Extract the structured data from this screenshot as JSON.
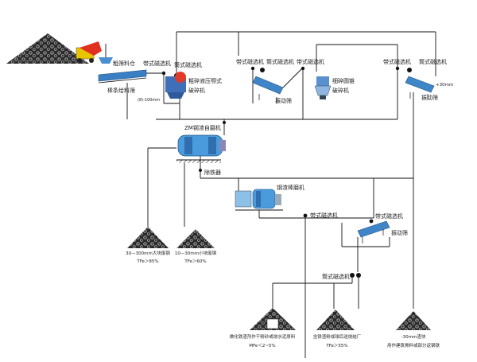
{
  "labels": {
    "coarse_bin": "粗筛料仓",
    "rod_feeder": "棒条给料筛",
    "size_range": "(8)-100mm",
    "belt_sep_1": "带式磁选机",
    "drum_sep_1": "筒式磁选机",
    "coarse_crusher_line1": "粗碎液压颚式",
    "coarse_crusher_line2": "破碎机",
    "belt_sep_2": "带式磁选机",
    "drum_sep_2": "筒式磁选机",
    "vib_screen_1": "振动筛",
    "belt_sep_3": "带式磁选机",
    "fine_crusher_line1": "细碎圆锥",
    "fine_crusher_line2": "破碎机",
    "belt_sep_4": "带式磁选机",
    "drum_sep_3": "筒式磁选机",
    "vib_screen_2": "振动筛",
    "size_30": "+30mm",
    "zm_mill": "ZM钢渣自磨机",
    "iron_remover": "除铁器",
    "rod_mill": "钢渣棒磨机",
    "belt_sep_5": "带式磁选机",
    "belt_sep_6": "带式磁选机",
    "vib_screen_3": "振动筛",
    "drum_sep_4": "筒式磁选机"
  },
  "products": [
    {
      "line1": "30—300mm大块废钢",
      "line2": "TFe＞85%"
    },
    {
      "line1": "10—30mm小块废钢",
      "line2": "TFe＞60%"
    },
    {
      "line1": "做化铁渣剂作干粉砂或烧水泥原料",
      "line2": "MFe＜2~5%"
    },
    {
      "line1": "含铁渣粉成球后送烧结厂",
      "line2": "TFe＞55%"
    },
    {
      "line1": "-30mm渣块",
      "line2": "用作建筑骨料或部分返钢铁"
    }
  ]
}
